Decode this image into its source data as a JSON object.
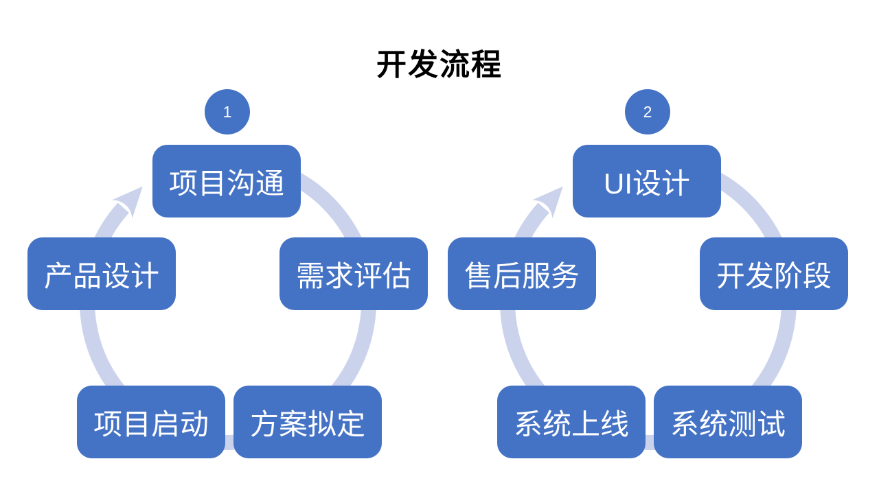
{
  "title": "开发流程",
  "colors": {
    "box_blue": "#4472C4",
    "ring_light": "#CBD3EC",
    "box_text": "#FFFFFF",
    "title_text": "#000000",
    "background": "#FFFFFF"
  },
  "cycles": [
    {
      "badge": "1",
      "steps": [
        {
          "label": "项目沟通",
          "position": "top"
        },
        {
          "label": "需求评估",
          "position": "right"
        },
        {
          "label": "方案拟定",
          "position": "bottom-right"
        },
        {
          "label": "项目启动",
          "position": "bottom-left"
        },
        {
          "label": "产品设计",
          "position": "left"
        }
      ]
    },
    {
      "badge": "2",
      "steps": [
        {
          "label": "UI设计",
          "position": "top"
        },
        {
          "label": "开发阶段",
          "position": "right"
        },
        {
          "label": "系统测试",
          "position": "bottom-right"
        },
        {
          "label": "系统上线",
          "position": "bottom-left"
        },
        {
          "label": "售后服务",
          "position": "left"
        }
      ]
    }
  ]
}
